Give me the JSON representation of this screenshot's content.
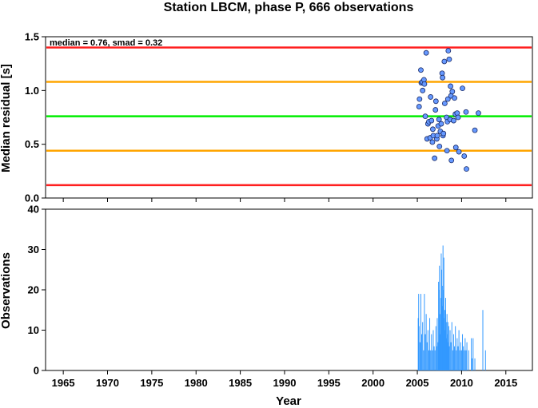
{
  "chart_data": [
    {
      "type": "scatter",
      "title": "Station LBCM, phase P, 666 observations",
      "xlabel": "",
      "ylabel": "Median residual [s]",
      "xlim": [
        1963,
        2018
      ],
      "ylim": [
        0,
        1.5
      ],
      "yticks": [
        "0.0",
        "0.5",
        "1.0",
        "1.5"
      ],
      "annotation": "median = 0.76, smad = 0.32",
      "reference_lines": [
        {
          "y": 1.4,
          "color": "#ff2020"
        },
        {
          "y": 1.08,
          "color": "#ffa500"
        },
        {
          "y": 0.76,
          "color": "#00ee00"
        },
        {
          "y": 0.44,
          "color": "#ffa500"
        },
        {
          "y": 0.12,
          "color": "#ff2020"
        }
      ],
      "point_color": "#6699ff",
      "points": [
        [
          2005.2,
          0.85
        ],
        [
          2005.25,
          0.92
        ],
        [
          2005.4,
          1.19
        ],
        [
          2005.45,
          1.07
        ],
        [
          2005.55,
          1.08
        ],
        [
          2005.6,
          1.0
        ],
        [
          2005.75,
          1.1
        ],
        [
          2005.8,
          1.06
        ],
        [
          2005.9,
          0.76
        ],
        [
          2006.0,
          1.35
        ],
        [
          2006.1,
          0.55
        ],
        [
          2006.2,
          0.69
        ],
        [
          2006.3,
          0.71
        ],
        [
          2006.45,
          0.56
        ],
        [
          2006.5,
          0.94
        ],
        [
          2006.6,
          0.72
        ],
        [
          2006.7,
          0.52
        ],
        [
          2006.75,
          0.64
        ],
        [
          2006.8,
          0.58
        ],
        [
          2006.95,
          0.37
        ],
        [
          2007.05,
          0.82
        ],
        [
          2007.1,
          0.9
        ],
        [
          2007.2,
          0.55
        ],
        [
          2007.25,
          0.58
        ],
        [
          2007.35,
          0.67
        ],
        [
          2007.45,
          0.73
        ],
        [
          2007.5,
          0.48
        ],
        [
          2007.6,
          0.62
        ],
        [
          2007.7,
          0.69
        ],
        [
          2007.8,
          1.16
        ],
        [
          2007.85,
          1.12
        ],
        [
          2007.9,
          0.58
        ],
        [
          2007.95,
          0.6
        ],
        [
          2008.05,
          1.27
        ],
        [
          2008.1,
          0.88
        ],
        [
          2008.3,
          0.75
        ],
        [
          2008.35,
          0.44
        ],
        [
          2008.4,
          0.71
        ],
        [
          2008.45,
          0.92
        ],
        [
          2008.5,
          1.37
        ],
        [
          2008.6,
          1.29
        ],
        [
          2008.7,
          0.73
        ],
        [
          2008.75,
          1.04
        ],
        [
          2008.8,
          0.95
        ],
        [
          2008.85,
          0.35
        ],
        [
          2008.95,
          0.99
        ],
        [
          2009.1,
          0.72
        ],
        [
          2009.2,
          0.93
        ],
        [
          2009.3,
          0.78
        ],
        [
          2009.35,
          0.47
        ],
        [
          2009.5,
          0.79
        ],
        [
          2009.6,
          0.75
        ],
        [
          2009.7,
          0.43
        ],
        [
          2010.1,
          1.02
        ],
        [
          2010.3,
          0.39
        ],
        [
          2011.5,
          0.63
        ],
        [
          2011.9,
          0.79
        ],
        [
          2010.55,
          0.27
        ],
        [
          2010.5,
          0.8
        ]
      ]
    },
    {
      "type": "bar",
      "title": "",
      "xlabel": "Year",
      "ylabel": "Observations",
      "xlim": [
        1963,
        2018
      ],
      "ylim": [
        0,
        40
      ],
      "xticks": [
        "1965",
        "1970",
        "1975",
        "1980",
        "1985",
        "1990",
        "1995",
        "2000",
        "2005",
        "2010",
        "2015"
      ],
      "yticks": [
        "0",
        "10",
        "20",
        "30",
        "40"
      ],
      "bar_color": "#3399ff",
      "bars": [
        [
          2005.1,
          13
        ],
        [
          2005.15,
          19
        ],
        [
          2005.2,
          11
        ],
        [
          2005.3,
          7
        ],
        [
          2005.4,
          19
        ],
        [
          2005.5,
          9
        ],
        [
          2005.6,
          12
        ],
        [
          2005.7,
          5
        ],
        [
          2005.8,
          19
        ],
        [
          2005.9,
          9
        ],
        [
          2006.0,
          14
        ],
        [
          2006.1,
          7
        ],
        [
          2006.2,
          10
        ],
        [
          2006.3,
          5
        ],
        [
          2006.4,
          13
        ],
        [
          2006.5,
          5
        ],
        [
          2006.6,
          9
        ],
        [
          2006.7,
          5
        ],
        [
          2006.8,
          10
        ],
        [
          2006.9,
          6
        ],
        [
          2007.0,
          5
        ],
        [
          2007.1,
          11
        ],
        [
          2007.2,
          6
        ],
        [
          2007.25,
          13
        ],
        [
          2007.35,
          7
        ],
        [
          2007.4,
          22
        ],
        [
          2007.45,
          20
        ],
        [
          2007.5,
          26
        ],
        [
          2007.55,
          14
        ],
        [
          2007.6,
          9
        ],
        [
          2007.65,
          18
        ],
        [
          2007.7,
          29
        ],
        [
          2007.75,
          25
        ],
        [
          2007.8,
          21
        ],
        [
          2007.85,
          16
        ],
        [
          2007.9,
          31
        ],
        [
          2007.95,
          20
        ],
        [
          2008.0,
          28
        ],
        [
          2008.05,
          13
        ],
        [
          2008.1,
          15
        ],
        [
          2008.15,
          10
        ],
        [
          2008.2,
          18
        ],
        [
          2008.25,
          12
        ],
        [
          2008.3,
          8
        ],
        [
          2008.35,
          14
        ],
        [
          2008.4,
          9
        ],
        [
          2008.45,
          12
        ],
        [
          2008.5,
          7
        ],
        [
          2008.55,
          11
        ],
        [
          2008.6,
          6
        ],
        [
          2008.7,
          10
        ],
        [
          2008.8,
          7
        ],
        [
          2008.9,
          12
        ],
        [
          2009.0,
          5
        ],
        [
          2009.1,
          9
        ],
        [
          2009.2,
          6
        ],
        [
          2009.3,
          11
        ],
        [
          2009.4,
          5
        ],
        [
          2009.5,
          8
        ],
        [
          2009.6,
          6
        ],
        [
          2009.7,
          10
        ],
        [
          2009.8,
          5
        ],
        [
          2009.9,
          7
        ],
        [
          2010.0,
          5
        ],
        [
          2010.1,
          9
        ],
        [
          2010.2,
          6
        ],
        [
          2010.3,
          5
        ],
        [
          2010.4,
          8
        ],
        [
          2010.5,
          5
        ],
        [
          2010.6,
          7
        ],
        [
          2010.8,
          5
        ],
        [
          2011.1,
          8
        ],
        [
          2011.2,
          3
        ],
        [
          2011.3,
          8
        ],
        [
          2011.5,
          3
        ],
        [
          2012.4,
          15
        ],
        [
          2012.7,
          5
        ]
      ]
    }
  ]
}
